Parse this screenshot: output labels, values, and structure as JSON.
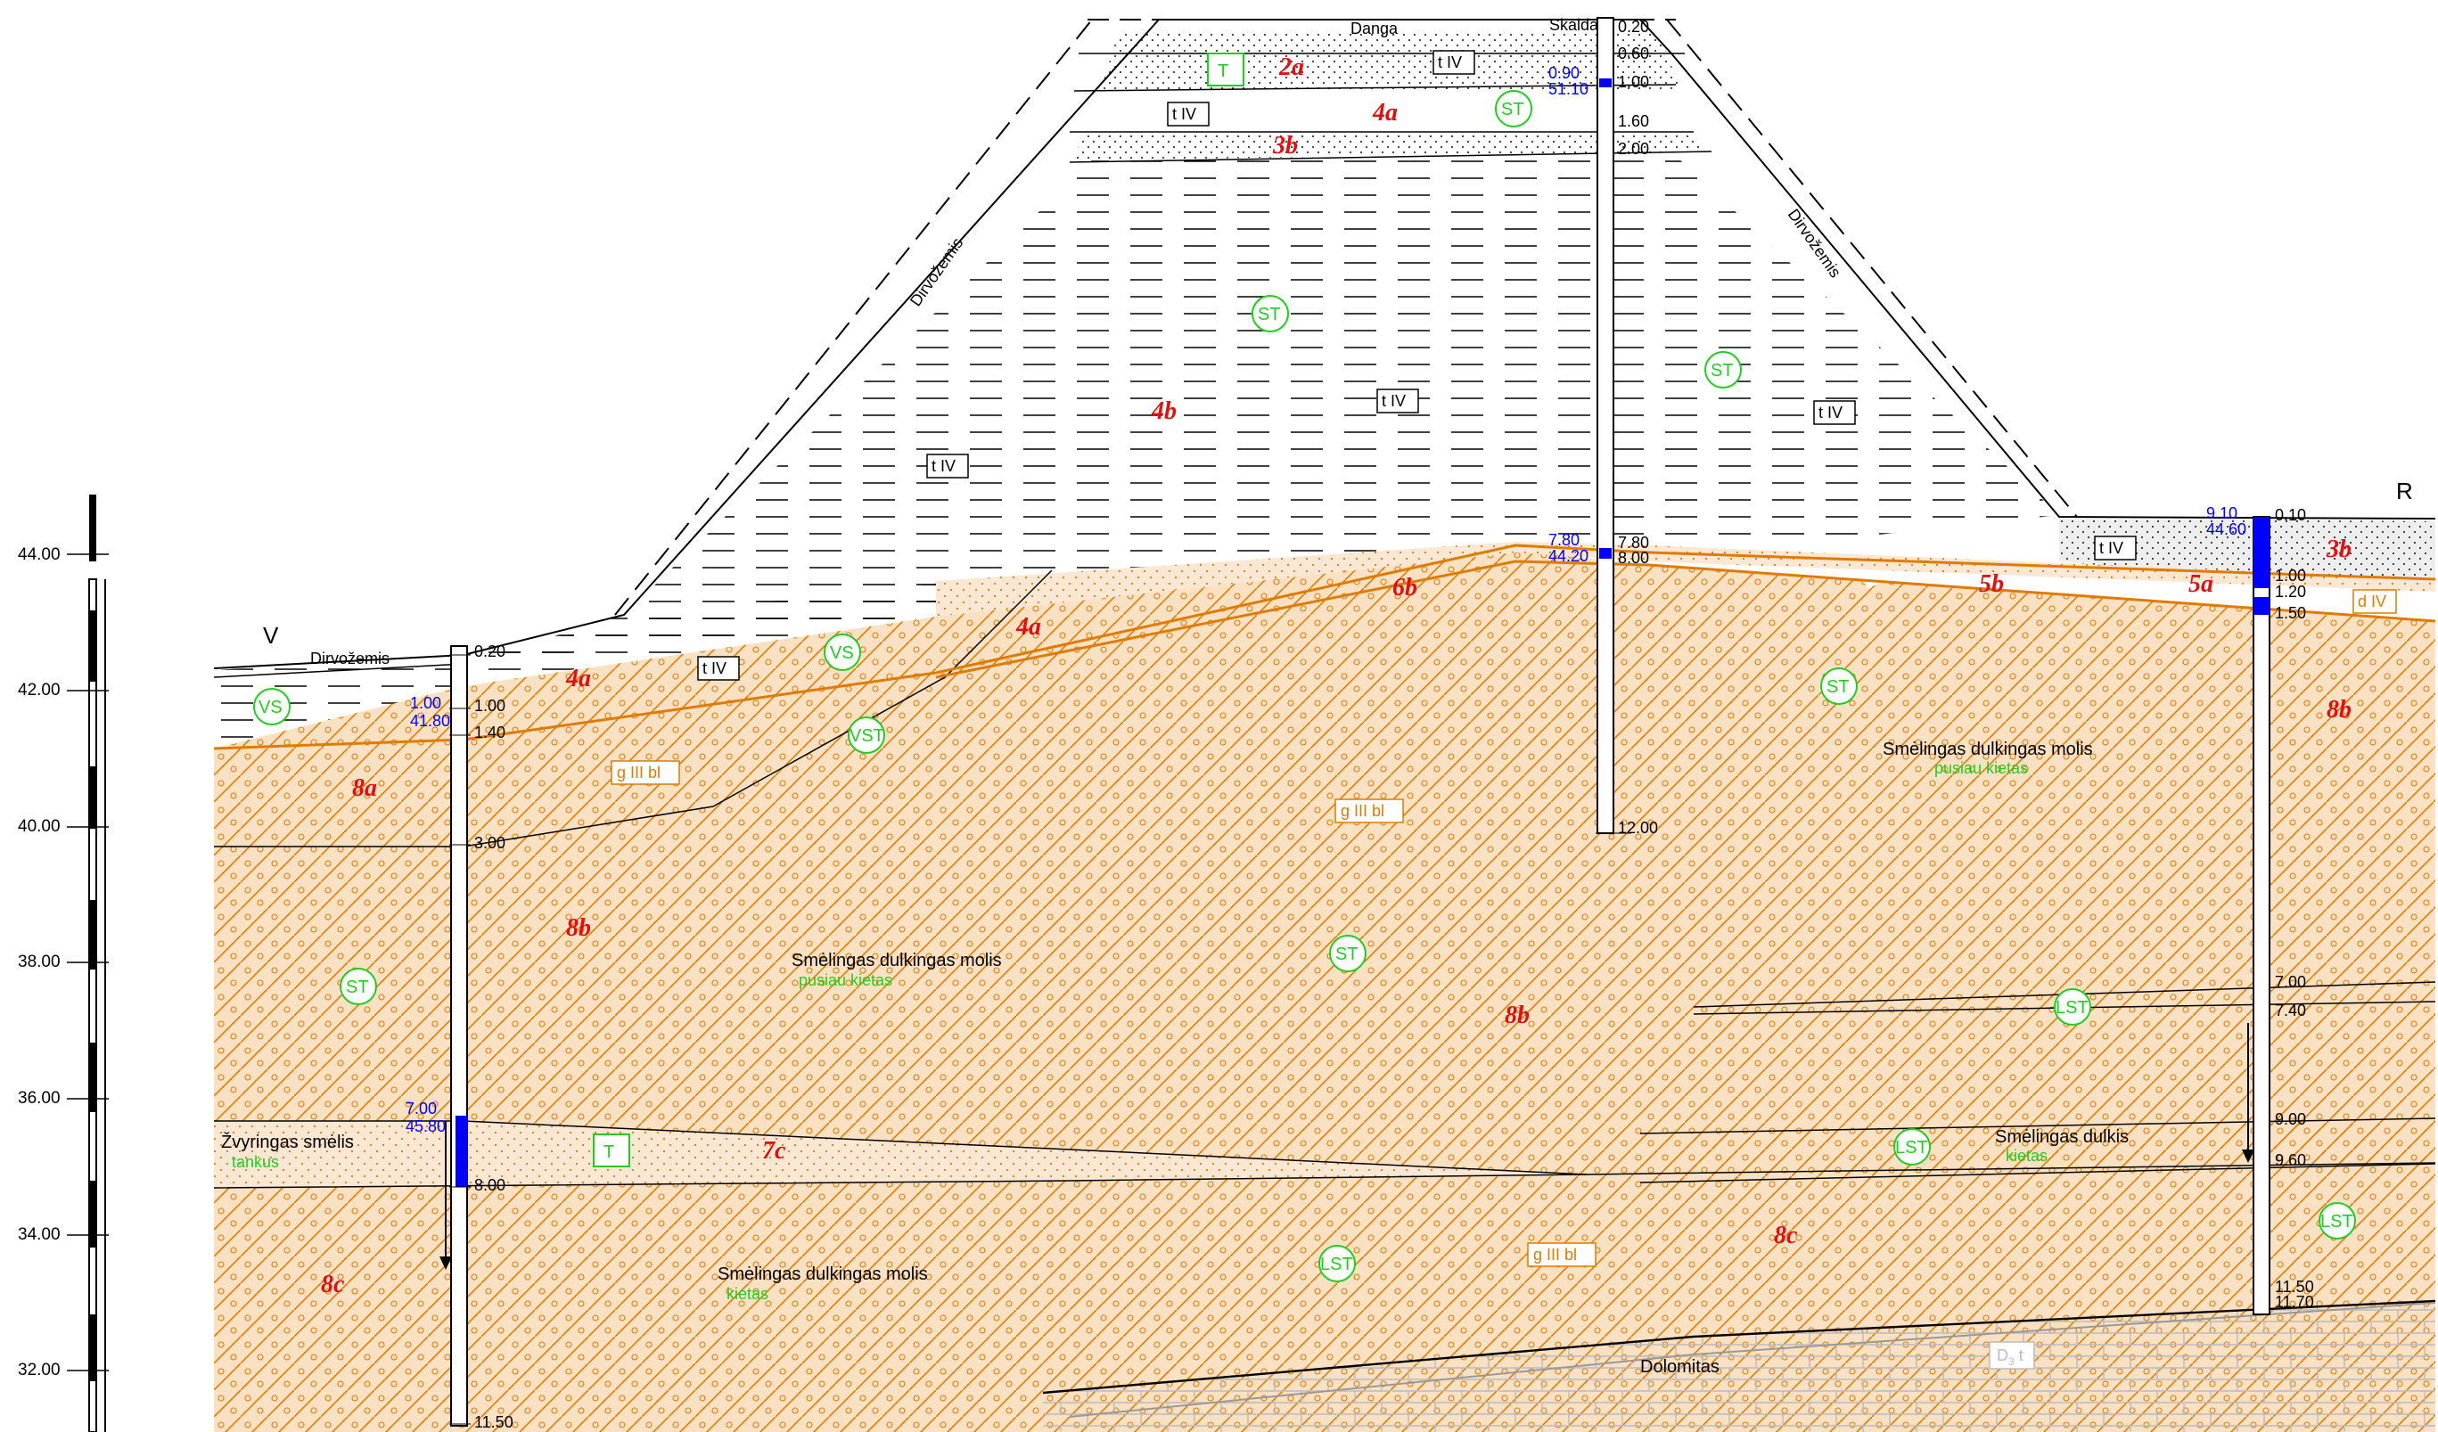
{
  "scale": {
    "labels": [
      "44.00",
      "42.00",
      "40.00",
      "38.00",
      "36.00",
      "34.00",
      "32.00"
    ]
  },
  "sides": {
    "left": "V",
    "right": "R"
  },
  "surface_labels": {
    "danga": "Danga",
    "skalda": "Skalda",
    "dirvozemis": "Dirvožemis",
    "dolomitas": "Dolomitas"
  },
  "boreholes": {
    "left": {
      "depths": [
        "0.20",
        "1.00",
        "1.40",
        "3.00",
        "8.00",
        "11.50"
      ],
      "water_depth": "7.00",
      "water_elev": "45.80",
      "water_depth2": "1.00",
      "water_elev2": "41.80"
    },
    "top": {
      "depths": [
        "0.20",
        "0.60",
        "1.00",
        "1.60",
        "2.00",
        "7.80",
        "8.00",
        "12.00"
      ],
      "water_depth": "0.90",
      "water_elev": "51.10",
      "water_depth2": "7.80",
      "water_elev2": "44.20"
    },
    "right": {
      "depths": [
        "0.10",
        "1.00",
        "1.20",
        "1.50",
        "7.00",
        "7.40",
        "9.00",
        "9.60",
        "11.50",
        "11.70"
      ],
      "water_depth": "9.10",
      "water_elev": "44.60"
    }
  },
  "layer_ids": [
    "2a",
    "4a",
    "3b",
    "4b",
    "4a",
    "4a",
    "6b",
    "5b",
    "5a",
    "3b",
    "8a",
    "8b",
    "8b",
    "8b",
    "7c",
    "8c",
    "8c"
  ],
  "soil_classes": [
    "T",
    "ST",
    "ST",
    "ST",
    "VS",
    "VS",
    "VST",
    "ST",
    "ST",
    "LST",
    "LST",
    "LST",
    "LST",
    "T"
  ],
  "geo_index": {
    "t_iv": "t IV",
    "g_iii_bl": "g III bl",
    "d_iv": "d IV",
    "d3_t": "D",
    "d3_sub": "3",
    "d3_t2": " t"
  },
  "descriptions": [
    {
      "name": "Smėlingas dulkingas molis",
      "state": "pusiau kietas"
    },
    {
      "name": "Smėlingas dulkingas molis",
      "state": "pusiau kietas"
    },
    {
      "name": "Žvyringas smėlis",
      "state": "tankus"
    },
    {
      "name": "Smėlingas dulkis",
      "state": "kietas"
    },
    {
      "name": "Smėlingas dulkingas molis",
      "state": "kietas"
    }
  ],
  "colors": {
    "moraine_hatch": "#e07b00",
    "water": "#0000ff",
    "layer_label": "#e01010",
    "soil_class": "#22cc22"
  }
}
